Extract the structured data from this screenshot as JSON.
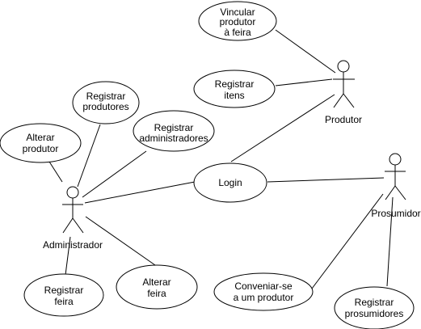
{
  "actors": {
    "produtor": "Produtor",
    "prosumidor": "Prosumidor",
    "administrador": "Administrador"
  },
  "use_cases": {
    "vincular": [
      "Vincular",
      "produtor",
      "à feira"
    ],
    "registrar_itens": [
      "Registrar",
      "itens"
    ],
    "registrar_produtores": [
      "Registrar",
      "produtores"
    ],
    "alterar_produtor": [
      "Alterar",
      "produtor"
    ],
    "registrar_administradores": [
      "Registrar",
      "administradores"
    ],
    "login": [
      "Login"
    ],
    "registrar_feira": [
      "Registrar",
      "feira"
    ],
    "alterar_feira": [
      "Alterar",
      "feira"
    ],
    "conveniar": [
      "Conveniar-se",
      "a um produtor"
    ],
    "registrar_prosumidores": [
      "Registrar",
      "prosumidores"
    ]
  }
}
